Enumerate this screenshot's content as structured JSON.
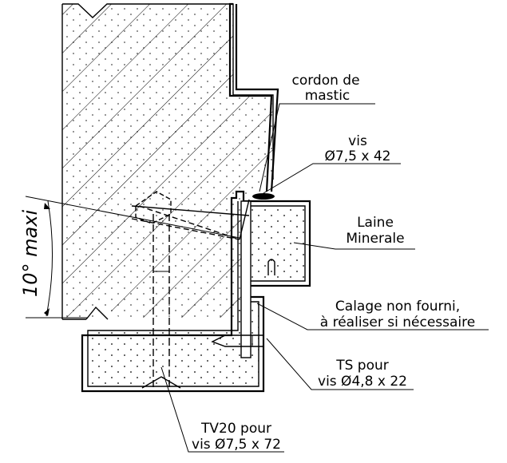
{
  "labels": {
    "cordon_line1": "cordon de",
    "cordon_line2": "mastic",
    "vis_line1": "vis",
    "vis_line2": "Ø7,5 x 42",
    "laine_line1": "Laine",
    "laine_line2": "Minerale",
    "calage_line1": "Calage non fourni,",
    "calage_line2": "à réaliser si nécessaire",
    "ts_line1": "TS pour",
    "ts_line2": "vis Ø4,8 x 22",
    "tv_line1": "TV20 pour",
    "tv_line2": "vis Ø7,5 x 72",
    "angle": "10° maxi"
  }
}
